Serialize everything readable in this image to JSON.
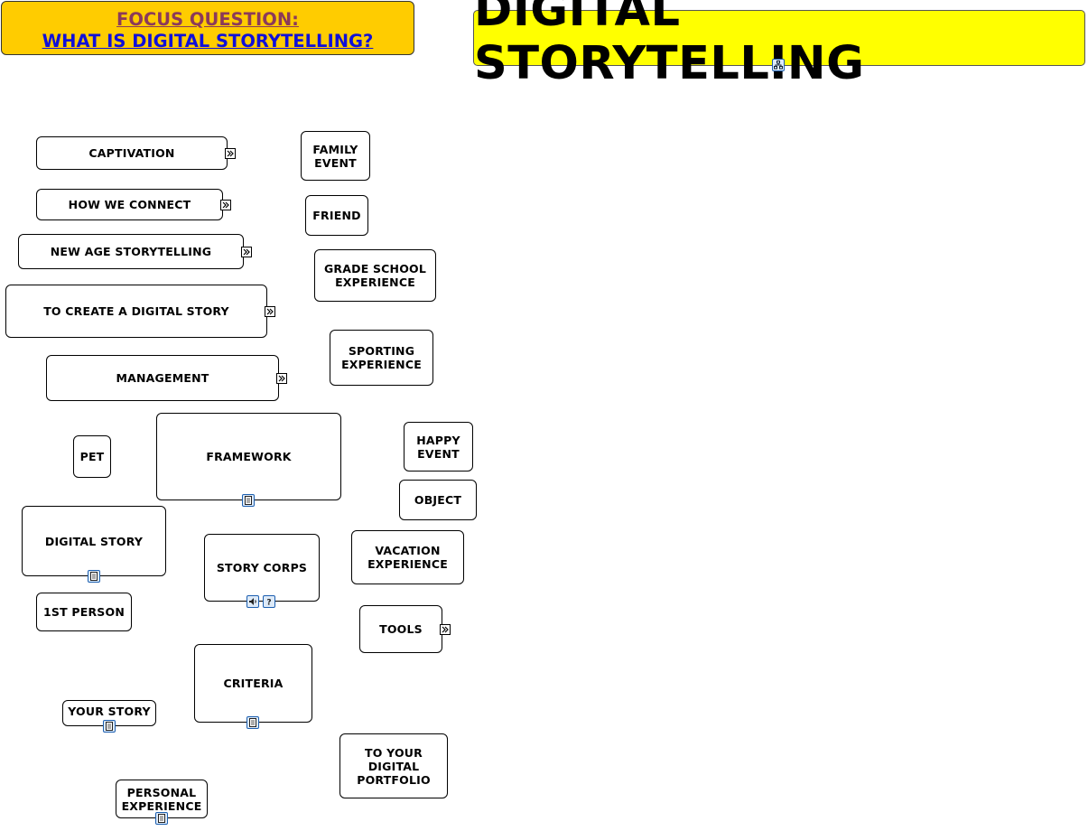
{
  "focus": {
    "line1": "FOCUS QUESTION:",
    "line2": "WHAT IS DIGITAL STORYTELLING?"
  },
  "title": "DIGITAL STORYTELLING",
  "nodes": {
    "captivation": "CAPTIVATION",
    "how_we_connect": "HOW WE CONNECT",
    "new_age_storytelling": "NEW AGE STORYTELLING",
    "to_create_a_digital_story": "TO CREATE A DIGITAL STORY",
    "management": "MANAGEMENT",
    "pet": "PET",
    "framework": "FRAMEWORK",
    "digital_story": "DIGITAL  STORY",
    "first_person": "1ST PERSON",
    "story_corps": "STORY CORPS",
    "criteria": "CRITERIA",
    "your_story": "YOUR STORY",
    "personal_experience": "PERSONAL\nEXPERIENCE",
    "family_event": "FAMILY\nEVENT",
    "friend": "FRIEND",
    "grade_school_experience": "GRADE SCHOOL\nEXPERIENCE",
    "sporting_experience": "SPORTING\nEXPERIENCE",
    "happy_event": "HAPPY\nEVENT",
    "object": "OBJECT",
    "vacation_experience": "VACATION\nEXPERIENCE",
    "tools": "TOOLS",
    "to_your_digital_portfolio": "TO YOUR\nDIGITAL\nPORTFOLIO"
  },
  "icons": {
    "expand": "chevron-double-right-icon",
    "document": "document-icon",
    "audio": "audio-icon",
    "help": "help-icon",
    "submap": "concept-map-icon"
  },
  "colors": {
    "focus_bg": "#ffcc00",
    "focus_line1": "#8b3a5a",
    "focus_line2": "#1010d8",
    "title_bg": "#ffff00"
  }
}
